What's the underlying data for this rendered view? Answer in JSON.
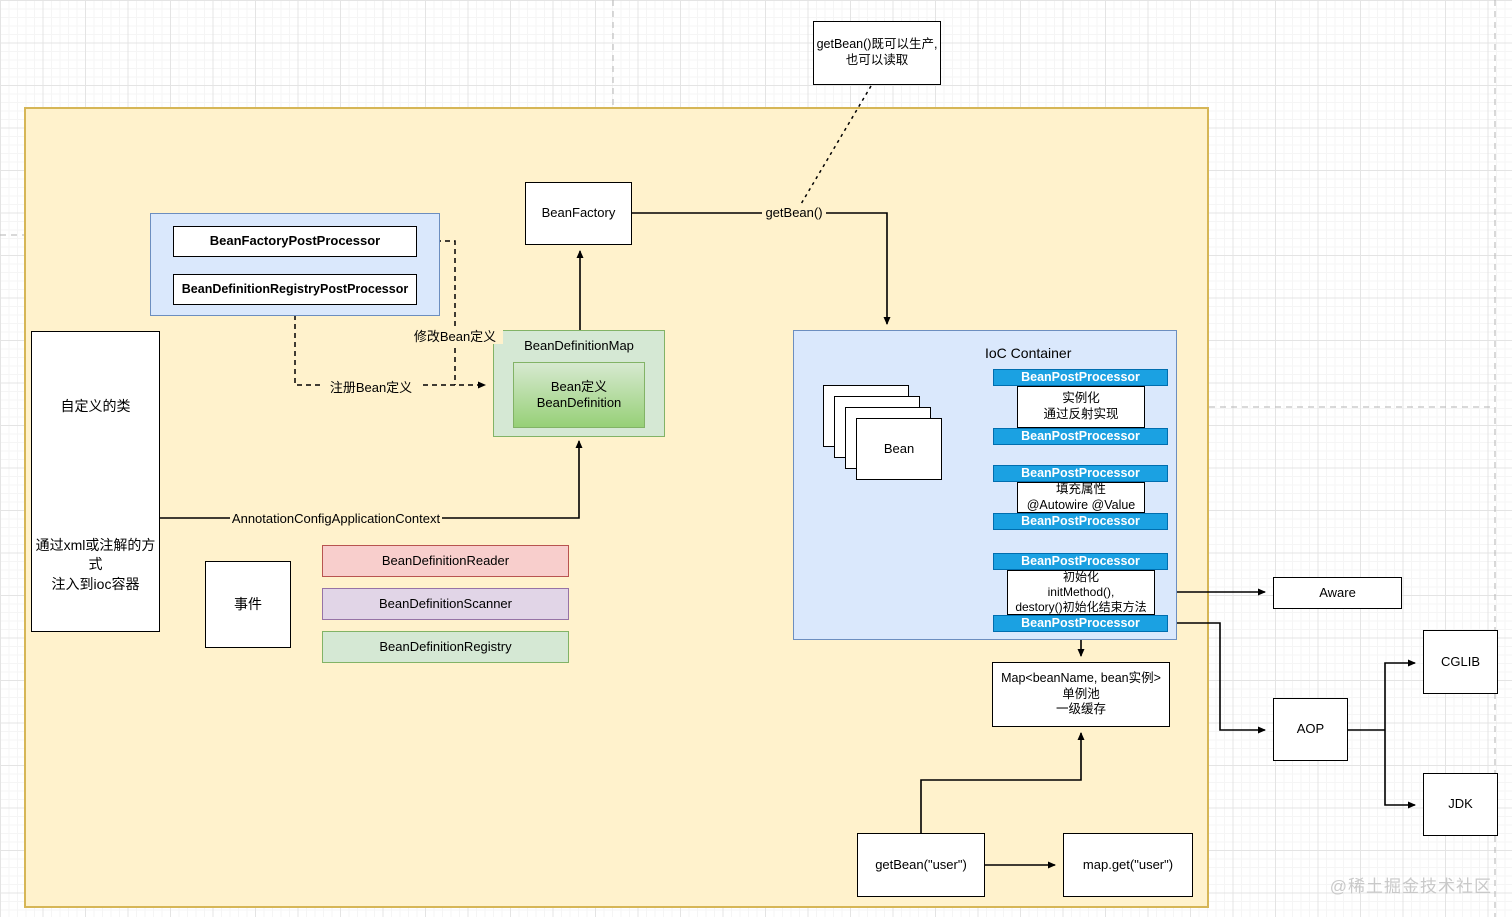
{
  "watermark": "@稀土掘金技术社区",
  "note": {
    "line1": "getBean()既可以生产,",
    "line2": "也可以读取"
  },
  "edge_labels": {
    "get_bean": "getBean()",
    "modify_bean": "修改Bean定义",
    "register_bean": "注册Bean定义",
    "annotation_context": "AnnotationConfigApplicationContext"
  },
  "nodes": {
    "bean_factory": "BeanFactory",
    "bean_factory_post_processor": "BeanFactoryPostProcessor",
    "bean_definition_registry_post_processor": "BeanDefinitionRegistryPostProcessor",
    "bean_definition_map_title": "BeanDefinitionMap",
    "bean_definition": {
      "line1": "Bean定义",
      "line2": "BeanDefinition"
    },
    "custom_class": {
      "title": "自定义的类",
      "desc1": "通过xml或注解的方式",
      "desc2": "注入到ioc容器"
    },
    "event": "事件",
    "bean_definition_reader": "BeanDefinitionReader",
    "bean_definition_scanner": "BeanDefinitionScanner",
    "bean_definition_registry": "BeanDefinitionRegistry",
    "ioc_title": "IoC Container",
    "bean": "Bean",
    "bean_post_processor": "BeanPostProcessor",
    "instantiate": {
      "line1": "实例化",
      "line2": "通过反射实现"
    },
    "populate": {
      "line1": "填充属性",
      "line2": "@Autowire @Value"
    },
    "initialize": {
      "line1": "初始化",
      "line2": "initMethod(),",
      "line3": "destory()初始化结束方法"
    },
    "singleton_map": {
      "line1": "Map<beanName, bean实例>",
      "line2": "单例池",
      "line3": "一级缓存"
    },
    "aware": "Aware",
    "aop": "AOP",
    "cglib": "CGLIB",
    "jdk": "JDK",
    "get_bean_user": "getBean(\"user\")",
    "map_get_user": "map.get(\"user\")"
  },
  "colors": {
    "canvas_bg": "#FFF2CC",
    "canvas_border": "#D6B656",
    "blue_panel_bg": "#DAE8FC",
    "blue_panel_border": "#6C8EBF",
    "green_bg": "#D5E8D4",
    "green_border": "#82B366",
    "green_inner": "#97D077",
    "pink_bg": "#F8CECC",
    "pink_border": "#B85450",
    "purple_bg": "#E1D5E7",
    "purple_border": "#9673A6",
    "processor_bar_bg": "#1BA1E2",
    "processor_bar_border": "#006EAF"
  }
}
